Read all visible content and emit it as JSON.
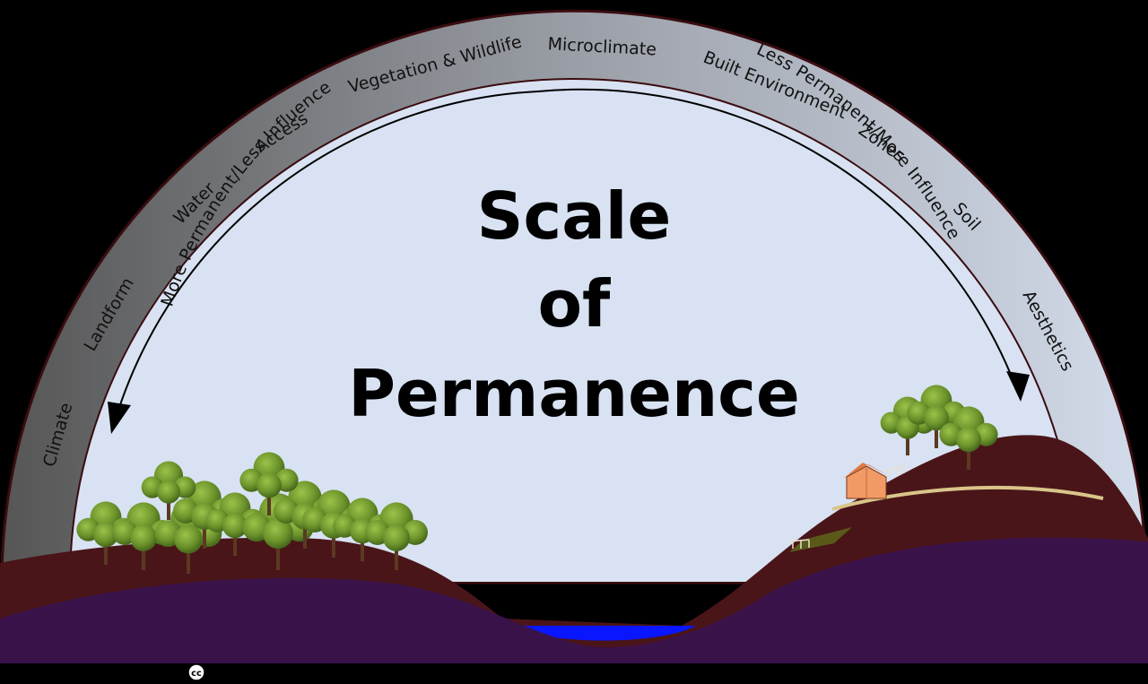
{
  "title": {
    "line1": "Scale",
    "line2": "of",
    "line3": "Permanence"
  },
  "band_labels": [
    "Climate",
    "Landform",
    "Water",
    "Access",
    "Vegetation & Wildlife",
    "Microclimate",
    "Built Environment",
    "Zones",
    "Soil",
    "Aesthetics"
  ],
  "arc_labels": {
    "left": "More Permanent/Less Influence",
    "right": "Less Permanent/More Influence"
  },
  "footer": {
    "license_badge": "cc"
  },
  "colors": {
    "background": "#000000",
    "sky": "#d8e2f2",
    "band_dark": "#5a5a5a",
    "band_light": "#ccd6e8",
    "soil": "#4a1518",
    "bedrock": "#3a124a",
    "water": "#0a16ff",
    "foliage": "#6f9a2c",
    "house": "#f29a66",
    "road": "#d9c58a"
  },
  "icons": {
    "trees": "tree-icon",
    "house": "house-icon",
    "fence": "fence-icon",
    "arrow": "arrow-icon",
    "license": "cc-license-icon"
  }
}
